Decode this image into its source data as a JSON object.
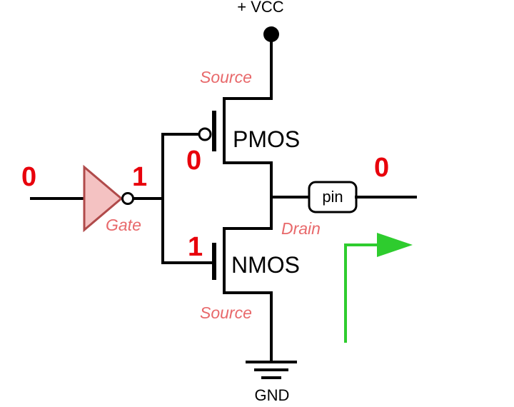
{
  "supply": {
    "vcc_label": "+ VCC",
    "gnd_label": "GND"
  },
  "transistors": {
    "pmos": {
      "label": "PMOS",
      "source_label": "Source",
      "gate_value": "0"
    },
    "nmos": {
      "label": "NMOS",
      "source_label": "Source",
      "gate_value": "1"
    }
  },
  "nodes": {
    "gate_label": "Gate",
    "drain_label": "Drain",
    "input_value": "0",
    "inverter_output_value": "1",
    "output_value": "0"
  },
  "output_pin": {
    "label": "pin"
  },
  "colors": {
    "wire": "#000000",
    "logic_value": "#e8000b",
    "node_label": "#e8696b",
    "inverter_fill": "#f4c2c2",
    "inverter_stroke": "#b04a4a",
    "arrow": "#2ecc2e"
  }
}
